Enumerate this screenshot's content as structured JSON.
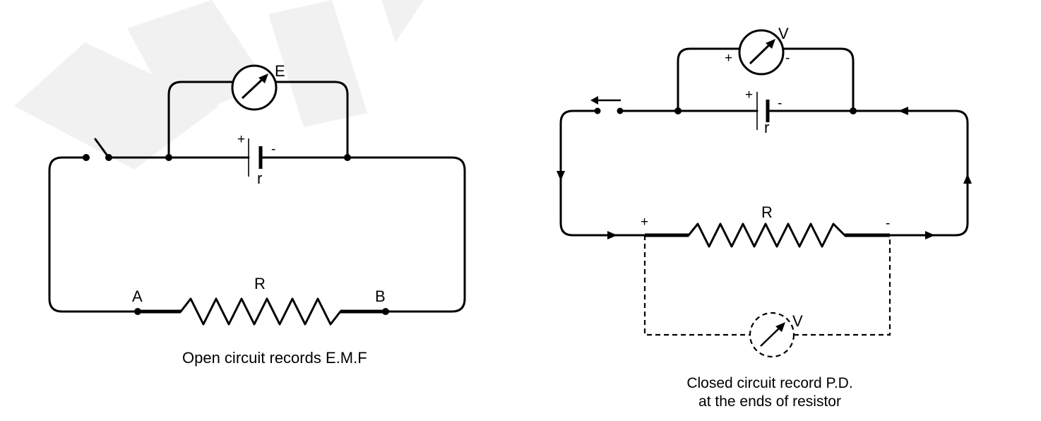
{
  "left_diagram": {
    "caption": "Open circuit records E.M.F",
    "meter_label": "E",
    "cell_positive": "+",
    "cell_negative": "-",
    "internal_resistance": "r",
    "resistor_label": "R",
    "point_a": "A",
    "point_b": "B"
  },
  "right_diagram": {
    "caption_line1": "Closed circuit record P.D.",
    "caption_line2": "at the ends of resistor",
    "meter_label_top": "V",
    "meter_top_positive": "+",
    "meter_top_negative": "-",
    "cell_positive": "+",
    "cell_negative": "-",
    "internal_resistance": "r",
    "resistor_label": "R",
    "resistor_positive": "+",
    "resistor_negative": "-",
    "meter_label_bottom": "V"
  }
}
